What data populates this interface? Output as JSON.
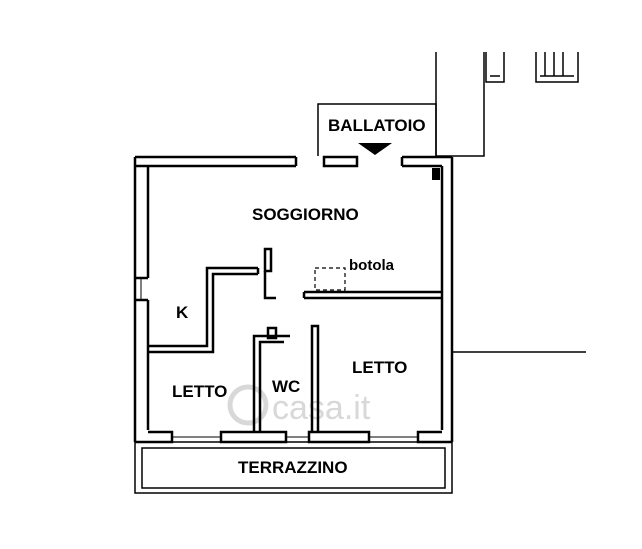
{
  "rooms": {
    "ballatoio": "BALLATOIO",
    "soggiorno": "SOGGIORNO",
    "botola": "botola",
    "kitchen": "K",
    "letto_left": "LETTO",
    "wc": "WC",
    "letto_right": "LETTO",
    "terrazzino": "TERRAZZINO"
  },
  "watermark": "casa.it",
  "colors": {
    "wall": "#000000",
    "background": "#ffffff",
    "watermark": "#d8d8d8"
  }
}
